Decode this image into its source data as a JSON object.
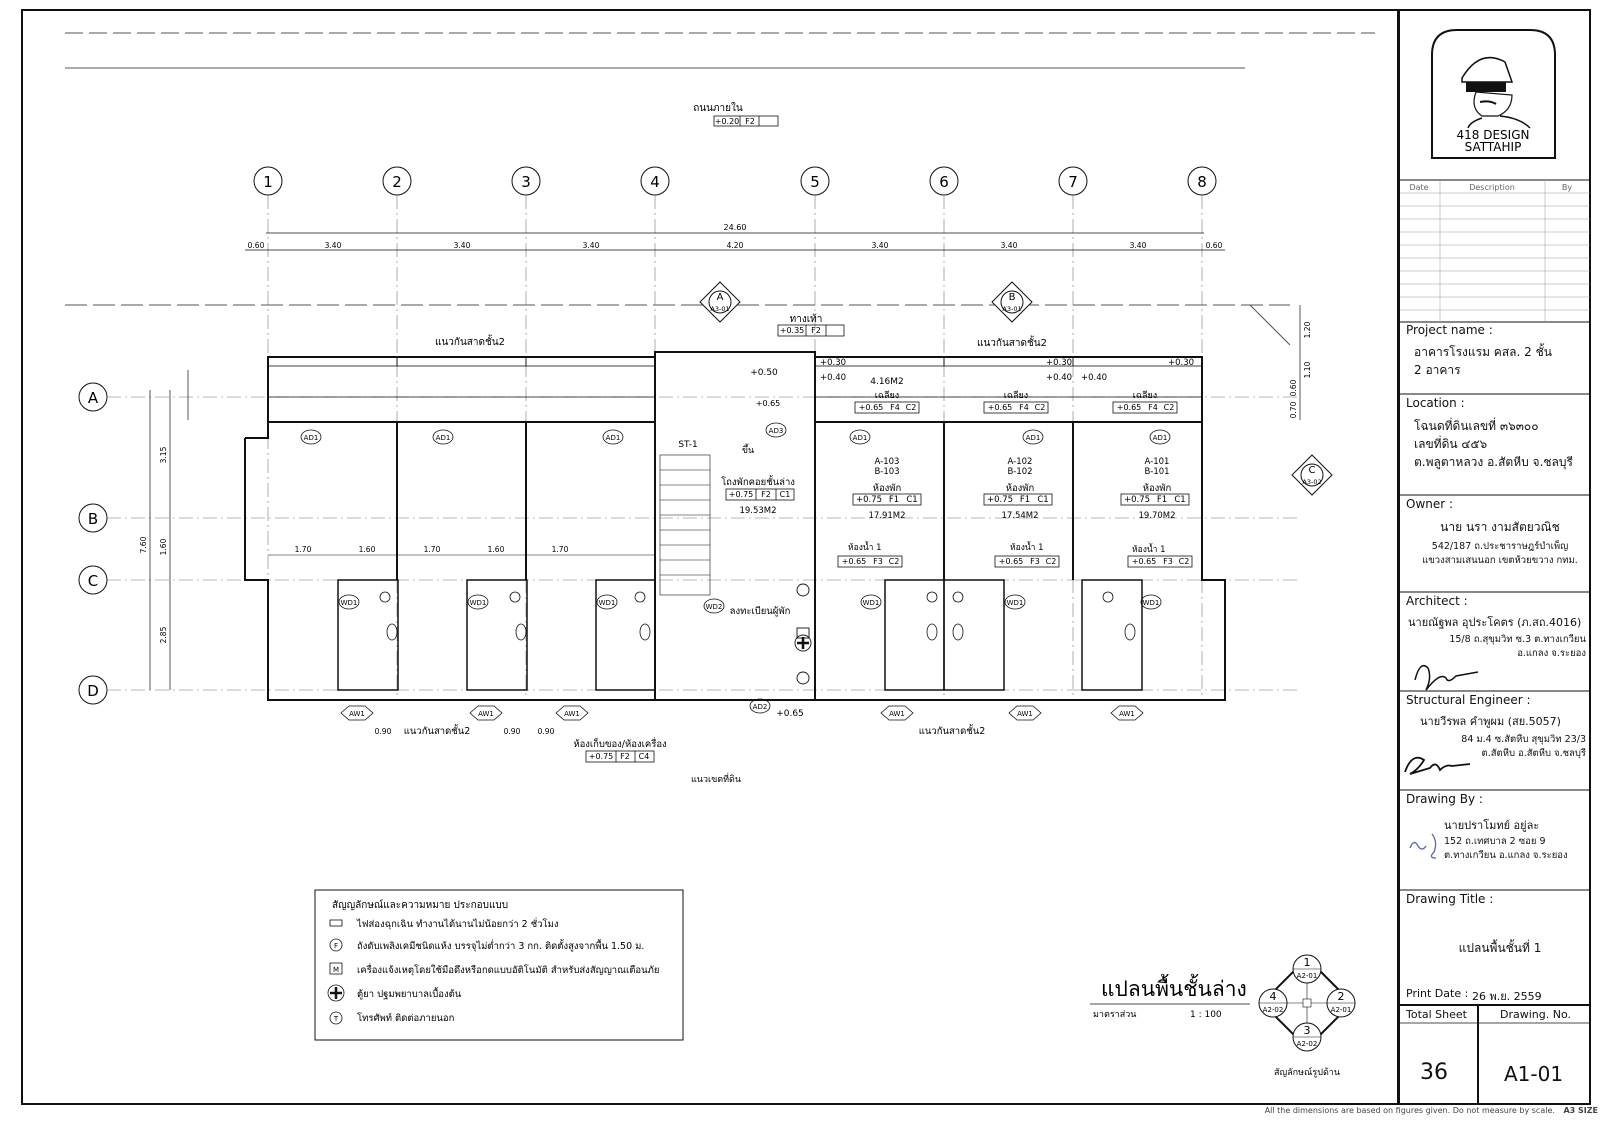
{
  "plan": {
    "road_label": "ถนนภายใน",
    "road_level": "+0.20",
    "road_code": "F2",
    "walkway_label": "ทางเท้า",
    "walkway_level": "+0.35",
    "walkway_code": "F2",
    "grid_columns": [
      "1",
      "2",
      "3",
      "4",
      "5",
      "6",
      "7",
      "8"
    ],
    "grid_rows": [
      "A",
      "B",
      "C",
      "D"
    ],
    "overall_dim": "24.60",
    "dims_top": [
      "0.60",
      "3.40",
      "3.40",
      "3.40",
      "4.20",
      "3.40",
      "3.40",
      "3.40",
      "0.60"
    ],
    "dims_left": [
      "3.15",
      "1.60",
      "2.85"
    ],
    "dim_left_total": "7.60",
    "dims_right": [
      "1.20",
      "1.10",
      "0.60",
      "0.70"
    ],
    "dims_bath": [
      "1.70",
      "1.60",
      "1.70",
      "1.60",
      "1.70"
    ],
    "dims_bottom": [
      "0.90",
      "0.90",
      "0.90"
    ],
    "parapet_label": "แนวกันสาดชั้น2",
    "parapet_label_2": "แนวกันสาดชั้น2",
    "parapet_label_3": "แนวกันสาดชั้น2",
    "parapet_label_4": "แนวกันสาดชั้น2",
    "boundary_label": "แนวเขตที่ดิน",
    "stair_label": "ST-1",
    "up_label": "ขึ้น",
    "lobby_label": "โถงพักคอยชั้นล่าง",
    "lobby_level": "+0.75",
    "lobby_f": "F2",
    "lobby_c": "C1",
    "lobby_area": "19.53M2",
    "register_label": "ลงทะเบียนผู้พัก",
    "storage_label": "ห้องเก็บของ/ห้องเครื่อง",
    "storage_level": "+0.75",
    "storage_f": "F2",
    "storage_c": "C4",
    "lobby_top_level": "+0.50",
    "lobby_top_level2": "+0.65",
    "lobby_bottom_level": "+0.65",
    "eave_label": "เฉลียง",
    "eave_level": "+0.65",
    "eave_f": "F4",
    "eave_c": "C2",
    "eave_area": "4.16M2",
    "room_label": "ห้องพัก",
    "room_level": "+0.75",
    "bath_label": "ห้องน้ำ 1",
    "bath_level": "+0.65",
    "bath_f": "F3",
    "bath_c": "C2",
    "level_030": "+0.30",
    "level_040": "+0.40",
    "section_a": "A",
    "section_a_ref": "A3-01",
    "section_b": "B",
    "section_b_ref": "A3-01",
    "section_c": "C",
    "section_c_ref": "A3-02",
    "rooms": [
      {
        "code1": "A-103",
        "code2": "B-103",
        "floor": "F1",
        "ceil": "C1",
        "area": "17.91M2"
      },
      {
        "code1": "A-102",
        "code2": "B-102",
        "floor": "F1",
        "ceil": "C1",
        "area": "17.54M2"
      },
      {
        "code1": "A-101",
        "code2": "B-101",
        "floor": "F1",
        "ceil": "C1",
        "area": "19.70M2"
      }
    ],
    "tags": {
      "ad1": "AD1",
      "ad2": "AD2",
      "ad3": "AD3",
      "wd1": "WD1",
      "wd2": "WD2",
      "aw1": "AW1"
    },
    "title": "แปลนพื้นชั้นล่าง",
    "scale_label": "มาตราส่วน",
    "scale_value": "1 : 100",
    "compass_label": "สัญลักษณ์รูปด้าน",
    "compass": [
      {
        "num": "1",
        "ref": "A2-01"
      },
      {
        "num": "2",
        "ref": "A2-01"
      },
      {
        "num": "3",
        "ref": "A2-02"
      },
      {
        "num": "4",
        "ref": "A2-02"
      }
    ]
  },
  "legend": {
    "heading": "สัญญลักษณ์และความหมาย ประกอบแบบ",
    "items": [
      {
        "icon": "emergency-light-icon",
        "text": "ไฟส่องฉุกเฉิน ทำงานได้นานไม่น้อยกว่า 2 ชั่วโมง"
      },
      {
        "icon": "fire-extinguisher-icon",
        "text": "ถังดับเพลิงเคมีชนิดแห้ง บรรจุไม่ต่ำกว่า 3 กก. ติดตั้งสูงจากพื้น 1.50 ม."
      },
      {
        "icon": "manual-alarm-icon",
        "text": "เครื่องแจ้งเหตุโดยใช้มือดึงหรือกดแบบอัติโนมัติ สำหรับส่งสัญญาณเตือนภัย"
      },
      {
        "icon": "first-aid-icon",
        "text": "ตู้ยา ปฐมพยาบาลเบื้องต้น"
      },
      {
        "icon": "telephone-icon",
        "text": "โทรศัพท์ ติดต่อภายนอก"
      }
    ],
    "glyph_f": "F",
    "glyph_m": "M",
    "glyph_t": "T"
  },
  "title_block": {
    "logo_line1": "418 DESIGN",
    "logo_line2": "SATTAHIP",
    "rev_date": "Date",
    "rev_desc": "Description",
    "rev_by": "By",
    "project_label": "Project name :",
    "project_line1": "อาคารโรงแรม คสล. 2 ชั้น",
    "project_line2": "2 อาคาร",
    "location_label": "Location :",
    "location_line1": "โฉนดที่ดินเลขที่ ๓๖๓๐๐",
    "location_line2": "เลขที่ดิน ๔๕๖",
    "location_line3": "ต.พลูตาหลวง อ.สัตหีบ จ.ชลบุรี",
    "owner_label": "Owner :",
    "owner_name": "นาย นรา งามสัตยวณิช",
    "owner_addr1": "542/187 ถ.ประชาราษฎร์บำเพ็ญ",
    "owner_addr2": "แขวงสามเสนนอก เขตห้วยขวาง กทม.",
    "architect_label": "Architect :",
    "architect_name": "นายณัฐพล อุประโคตร (ภ.สถ.4016)",
    "architect_addr1": "15/8 ถ.สุขุมวิท ซ.3 ต.ทางเกวียน",
    "architect_addr2": "อ.แกลง จ.ระยอง",
    "engineer_label": "Structural Engineer :",
    "engineer_name": "นายวีรพล คำพูผม (สย.5057)",
    "engineer_addr1": "84 ม.4 ซ.สัตหีบ สุขุมวิท 23/3",
    "engineer_addr2": "ต.สัตหีบ อ.สัตหีบ จ.ชลบุรี",
    "drawn_label": "Drawing By :",
    "drawn_name": "นายปราโมทย์ อยู่ละ",
    "drawn_addr1": "152 ถ.เทศบาล 2 ซอย 9",
    "drawn_addr2": "ต.ทางเกวียน อ.แกลง จ.ระยอง",
    "title_label": "Drawing Title :",
    "title_value": "แปลนพื้นชั้นที่ 1",
    "print_label": "Print Date :",
    "print_value": "26 พ.ย. 2559",
    "total_label": "Total Sheet",
    "total_value": "36",
    "drawing_no_label": "Drawing. No.",
    "drawing_no_value": "A1-01"
  },
  "footer": {
    "note": "All the dimensions are based on figures given. Do not measure by scale.",
    "size": "A3 SIZE"
  }
}
